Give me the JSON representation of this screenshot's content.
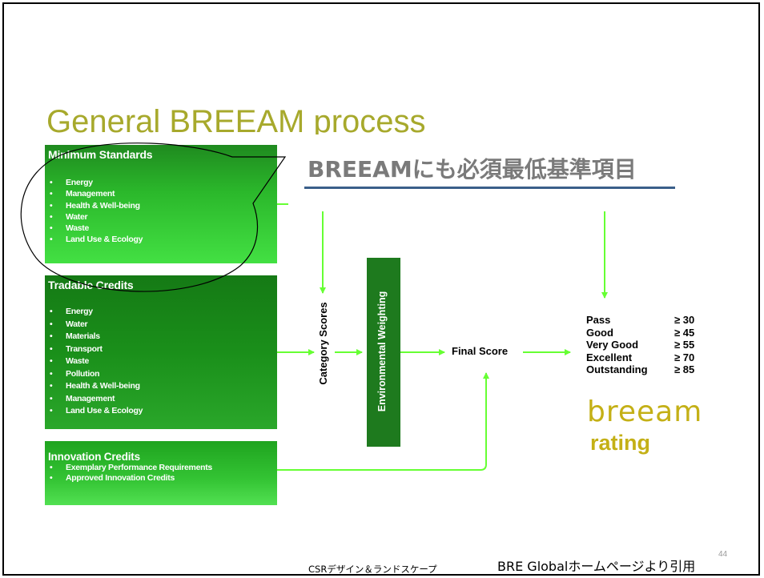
{
  "title": "General BREEAM process",
  "callout": "BREEAMにも必須最低基準項目",
  "minimum_standards": {
    "heading": "Minimum Standards",
    "items": [
      "Energy",
      "Management",
      "Health & Well-being",
      "Water",
      "Waste",
      "Land Use & Ecology"
    ]
  },
  "tradable_credits": {
    "heading": "Tradable Credits",
    "items": [
      "Energy",
      "Water",
      "Materials",
      "Transport",
      "Waste",
      "Pollution",
      "Health & Well-being",
      "Management",
      "Land Use & Ecology"
    ]
  },
  "innovation_credits": {
    "heading": "Innovation Credits",
    "items": [
      "Exemplary Performance Requirements",
      "Approved Innovation Credits"
    ]
  },
  "category_scores": "Category Scores",
  "environmental_weighting": "Environmental Weighting",
  "final_score": "Final Score",
  "rating_table": [
    {
      "name": "Pass",
      "threshold": "≥ 30"
    },
    {
      "name": "Good",
      "threshold": "≥ 45"
    },
    {
      "name": "Very Good",
      "threshold": "≥ 55"
    },
    {
      "name": "Excellent",
      "threshold": "≥ 70"
    },
    {
      "name": "Outstanding",
      "threshold": "≥ 85"
    }
  ],
  "logo_text": "breeam",
  "rating_word": "rating",
  "footer_left": "CSRデザイン＆ランドスケープ",
  "footer_right": "BRE Globalホームページより引用",
  "page_number": "44",
  "colors": {
    "title": "#a7a92c",
    "arrow": "#66ff33",
    "accent_line": "#3a5f8a",
    "logo": "#c4b016"
  }
}
